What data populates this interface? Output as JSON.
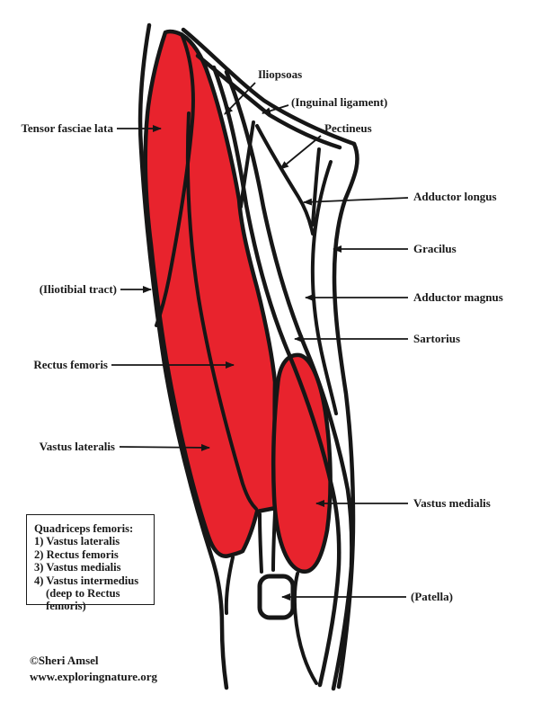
{
  "diagram": {
    "labels": {
      "tensor_fasciae_lata": "Tensor fasciae lata",
      "iliopsoas": "Iliopsoas",
      "inguinal_ligament": "(Inguinal ligament)",
      "pectineus": "Pectineus",
      "adductor_longus": "Adductor longus",
      "gracilus": "Gracilus",
      "adductor_magnus": "Adductor magnus",
      "sartorius": "Sartorius",
      "iliotibial_tract": "(Iliotibial tract)",
      "rectus_femoris": "Rectus femoris",
      "vastus_lateralis": "Vastus lateralis",
      "vastus_medialis": "Vastus medialis",
      "patella": "(Patella)"
    },
    "legend_box": {
      "title": "Quadriceps femoris:",
      "items": [
        "1) Vastus lateralis",
        "2) Rectus femoris",
        "3) Vastus medialis",
        "4) Vastus intermedius"
      ],
      "note": "(deep to Rectus femoris)"
    },
    "credit": {
      "author": "©Sheri Amsel",
      "website": "www.exploringnature.org"
    },
    "colors": {
      "muscle_highlight": "#e8232d",
      "outline": "#161616"
    }
  }
}
